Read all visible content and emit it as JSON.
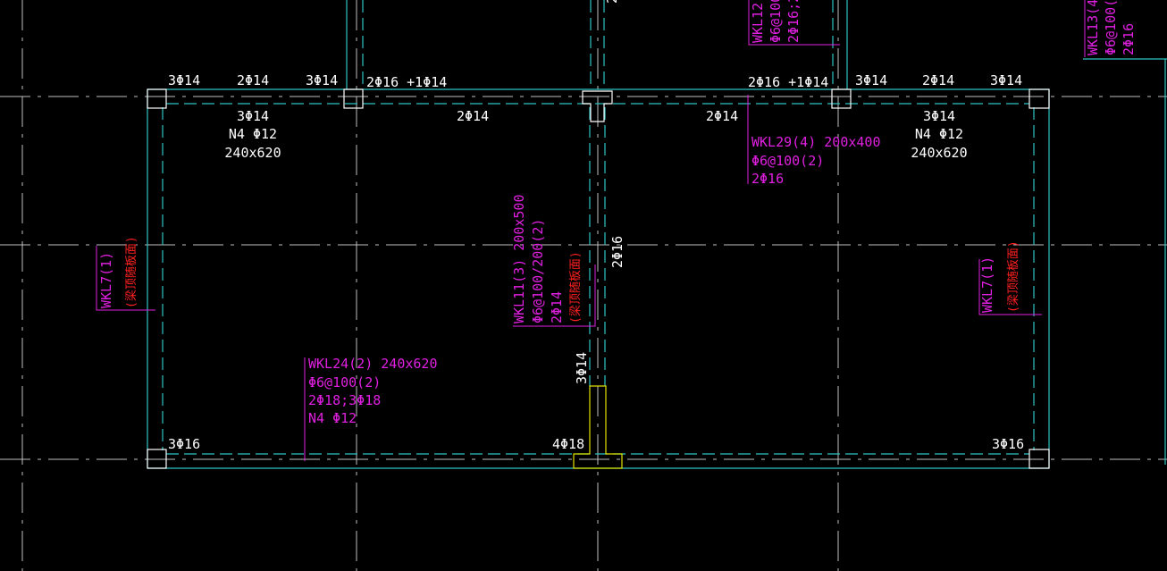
{
  "colors": {
    "background": "#000000",
    "axis": "#bfbfbf",
    "wall": "#2ec4c4",
    "column": "#ffffff",
    "text": "#ffffff",
    "beam_label": "#e020e0",
    "note": "#ff2020",
    "detail": "#e0e000"
  },
  "top_bar_labels": {
    "l1": "3Φ14",
    "l2": "2Φ14",
    "l3": "3Φ14",
    "l4": "2Φ16 +1Φ14",
    "r1": "2Φ16 +1Φ14",
    "r2": "3Φ14",
    "r3": "2Φ14",
    "r4": "3Φ14"
  },
  "left_span": {
    "line1": "3Φ14",
    "line2": "N4 Φ12",
    "line3": "240x620"
  },
  "right_span": {
    "line1": "3Φ14",
    "line2": "N4 Φ12",
    "line3": "240x620"
  },
  "mid_labels": {
    "a": "2Φ14",
    "b": "2Φ14"
  },
  "wkl29": {
    "line1": "WKL29(4) 200x400",
    "line2": "Φ6@100(2)",
    "line3": "2Φ16"
  },
  "wkl24": {
    "line1": "WKL24(2) 240x620",
    "line2": "Φ6@100(2)",
    "line3": "2Φ18;3Φ18",
    "line4": "N4 Φ12"
  },
  "wkl11": {
    "line1": "WKL11(3) 200x500",
    "line2": "Φ6@100/200(2)",
    "line3": "2Φ14",
    "note": "(梁顶随板面)"
  },
  "wkl7_left": {
    "label": "WKL7(1)",
    "note": "(梁顶随板面)"
  },
  "wkl7_right": {
    "label": "WKL7(1)",
    "note": "(梁顶随板面)"
  },
  "center_vertical": "2Φ16",
  "bottom_center_vertical": "3Φ14",
  "bottom_labels": {
    "left": "3Φ16",
    "center": "4Φ18",
    "right": "3Φ16"
  },
  "top_partial": {
    "wkl12": {
      "line1": "WKL12(",
      "line2": "Φ6@100",
      "line3": "2Φ16;2"
    },
    "wkl13": {
      "line1": "WKL13(4",
      "line2": "Φ6@100(",
      "line3": "2Φ16"
    }
  }
}
